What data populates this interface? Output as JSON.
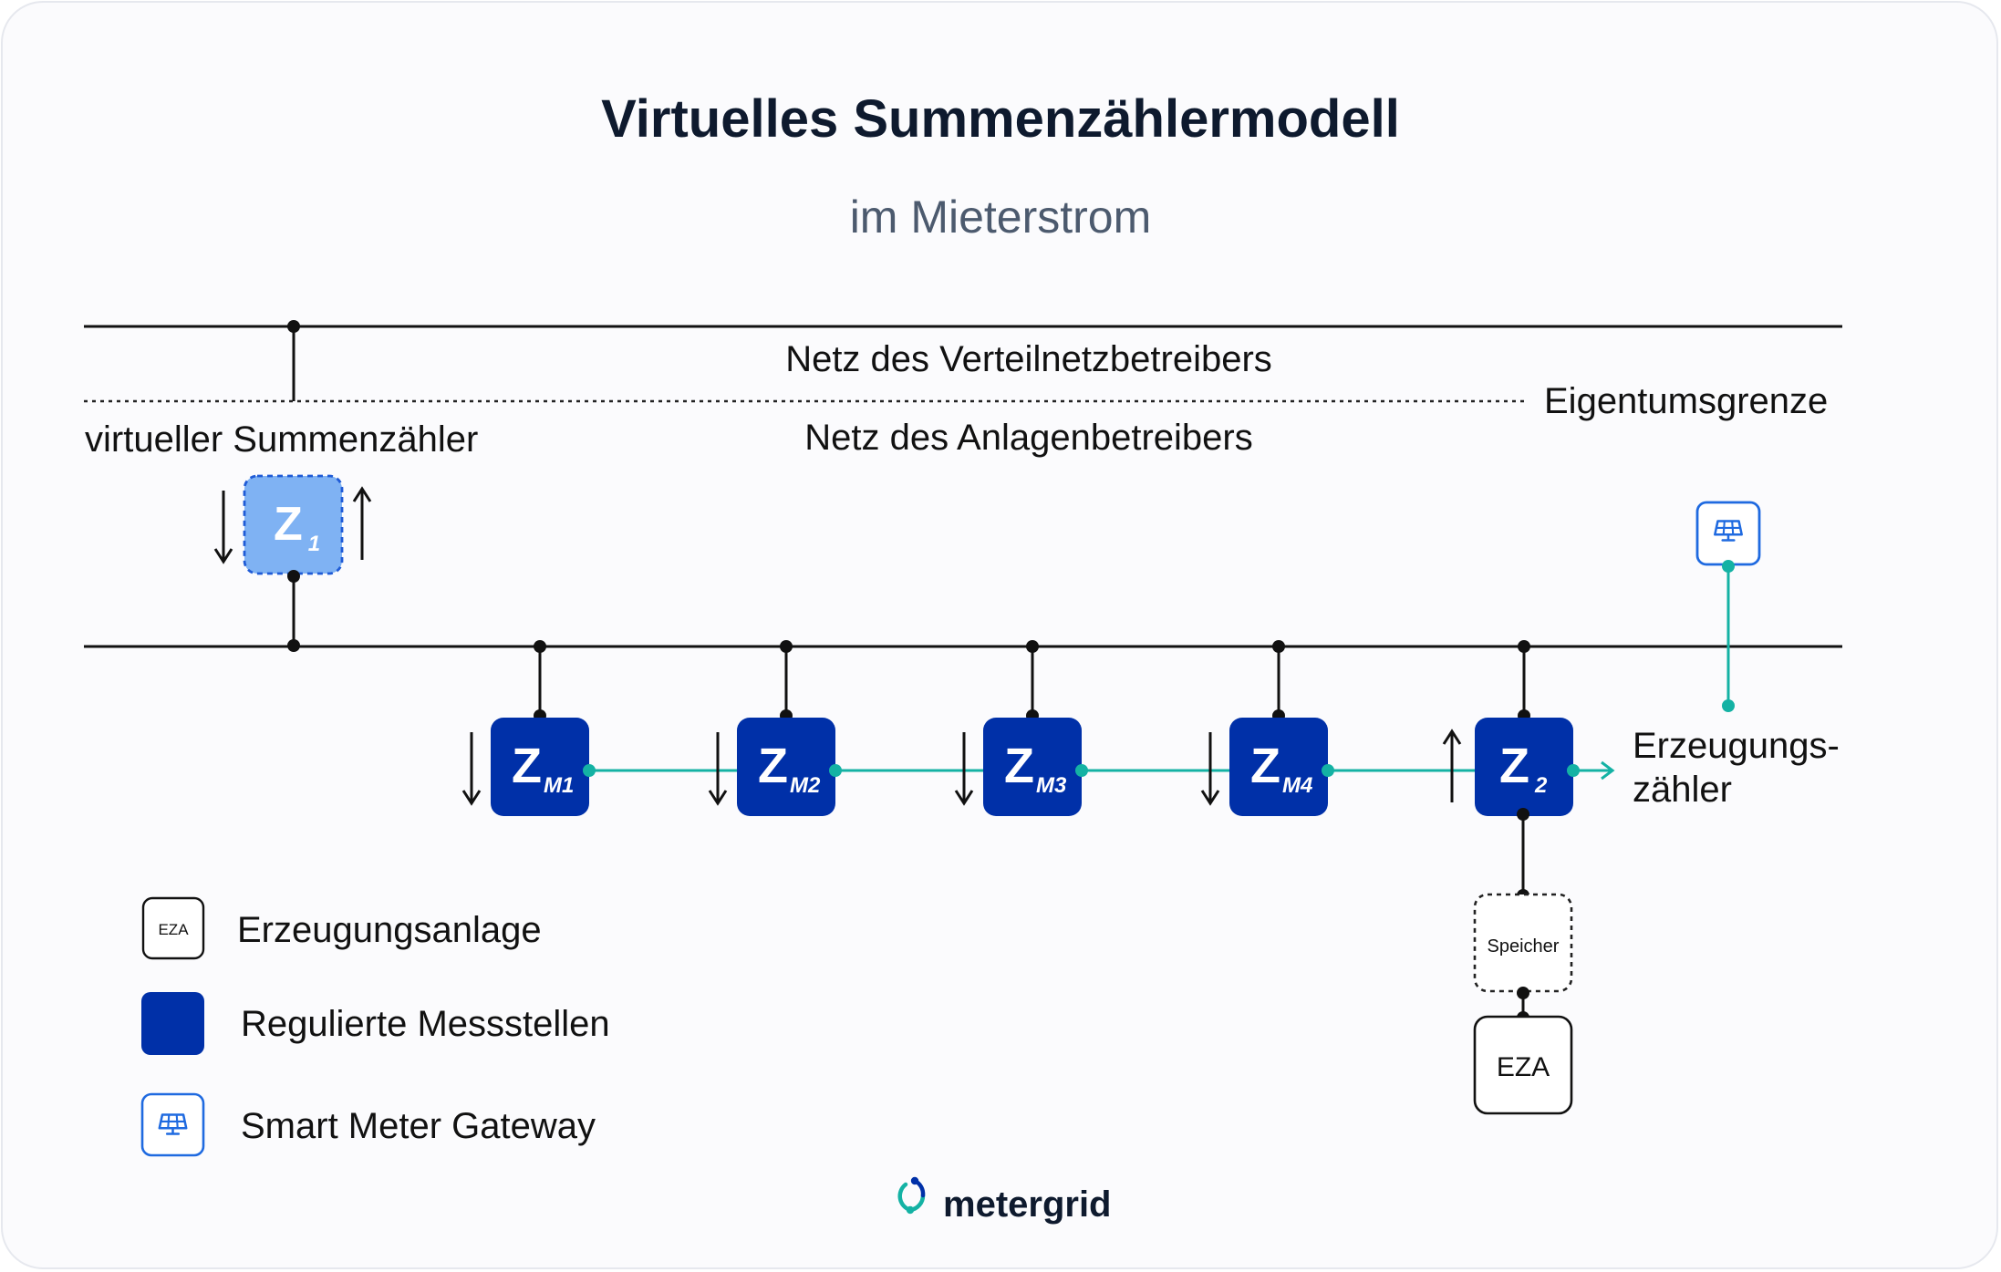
{
  "title": "Virtuelles Summenzählermodell",
  "subtitle": "im Mieterstrom",
  "grid": {
    "top_label": "Netz des Verteilnetzbetreibers",
    "bottom_label": "Netz des Anlagenbetreibers",
    "boundary_label": "Eigentumsgrenze",
    "virtual_meter_label": "virtueller Summenzähler"
  },
  "meters": {
    "z1": {
      "main": "Z",
      "sub": "1"
    },
    "zm1": {
      "main": "Z",
      "sub": "M1"
    },
    "zm2": {
      "main": "Z",
      "sub": "M2"
    },
    "zm3": {
      "main": "Z",
      "sub": "M3"
    },
    "zm4": {
      "main": "Z",
      "sub": "M4"
    },
    "z2": {
      "main": "Z",
      "sub": "2"
    }
  },
  "generation_meter_label": [
    "Erzeugungs-",
    "zähler"
  ],
  "storage_label": "Speicher",
  "eza_label": "EZA",
  "legend": [
    {
      "icon": "eza-box-icon",
      "icon_text": "EZA",
      "label": "Erzeugungsanlage"
    },
    {
      "icon": "regulated-meter-icon",
      "label": "Regulierte Messstellen"
    },
    {
      "icon": "smart-meter-gateway-icon",
      "label": "Smart Meter Gateway"
    }
  ],
  "brand": {
    "name": "metergrid"
  },
  "colors": {
    "navy": "#0030a8",
    "light_blue": "#7fb2f3",
    "teal": "#14b2a4",
    "gateway_blue": "#1f6ae0",
    "text_dark": "#0e1a2e",
    "text_gray": "#4c5a6e"
  }
}
